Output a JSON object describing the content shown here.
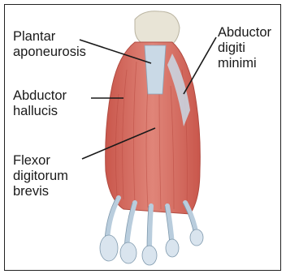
{
  "labels": {
    "plantar_aponeurosis": [
      "Plantar",
      "aponeurosis"
    ],
    "abductor_hallucis": [
      "Abductor",
      "hallucis"
    ],
    "flexor_digitorum_brevis": [
      "Flexor",
      "digitorum",
      "brevis"
    ],
    "abductor_digiti_minimi": [
      "Abductor",
      "digiti",
      "minimi"
    ]
  },
  "colors": {
    "muscle": "#d4685c",
    "muscle_light": "#e89a8e",
    "tendon": "#c9d9e6",
    "bone": "#e8e4d6",
    "leader_line": "#1a1a1a"
  }
}
